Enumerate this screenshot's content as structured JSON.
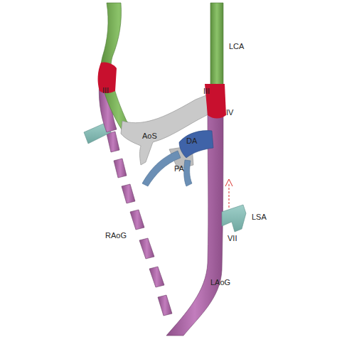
{
  "diagram": {
    "labels": [
      "III",
      "LCA",
      "III",
      "IV",
      "AoS",
      "DA",
      "PA",
      "VII",
      "LSA",
      "RAoG",
      "LAoG"
    ]
  }
}
